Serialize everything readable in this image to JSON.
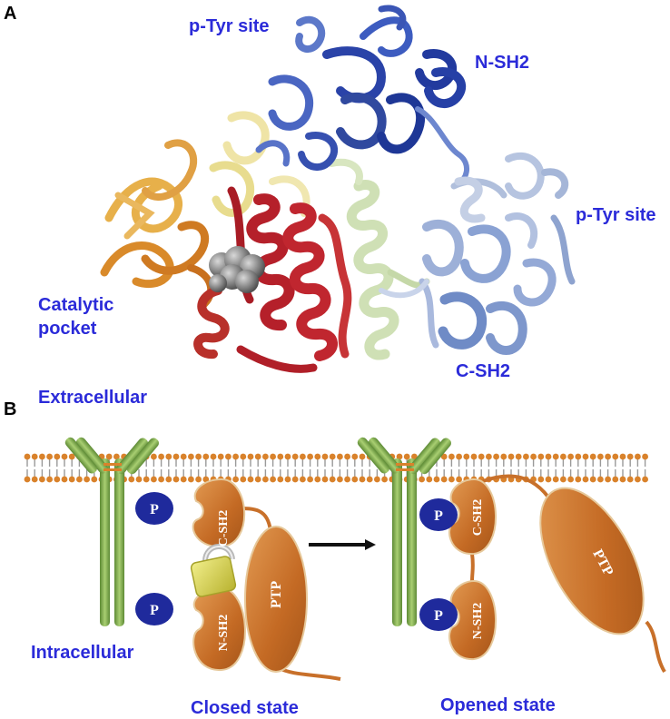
{
  "panel_a": {
    "letter": "A",
    "labels": {
      "ptyr_top": "p-Tyr site",
      "nsh2": "N-SH2",
      "ptyr_right": "p-Tyr site",
      "catalytic_line1": "Catalytic",
      "catalytic_line2": "pocket",
      "csh2": "C-SH2"
    }
  },
  "panel_b": {
    "letter": "B",
    "extracellular": "Extracellular",
    "intracellular": "Intracellular",
    "closed_caption": "Closed state",
    "opened_caption": "Opened state",
    "phospho": "P",
    "csh2_label": "C-SH2",
    "nsh2_label": "N-SH2",
    "ptp_label": "PTP"
  },
  "colors": {
    "label_blue": "#2b2bd9",
    "membrane_orange": "#d9822b",
    "receptor_green": "#7aa84a",
    "domain_orange": "#c8702a",
    "phospho_navy": "#1f2a9c",
    "lock_yellow": "#d8d44a"
  }
}
